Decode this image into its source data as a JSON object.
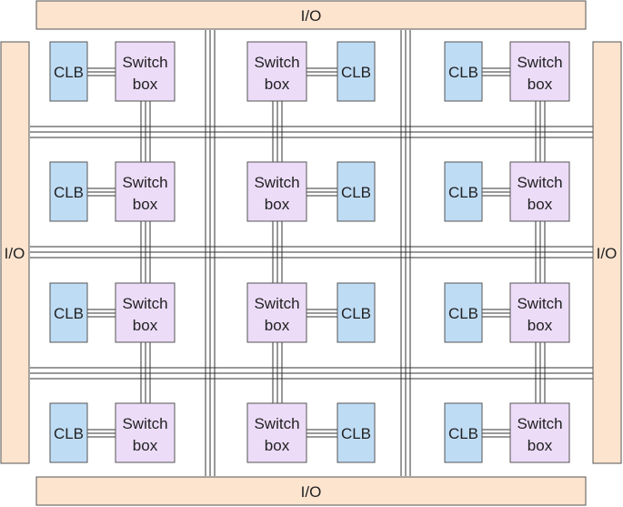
{
  "io": {
    "top": "I/O",
    "bottom": "I/O",
    "left": "I/O",
    "right": "I/O"
  },
  "clb_label": "CLB",
  "switch_box_label": {
    "line1": "Switch",
    "line2": "box"
  },
  "colors": {
    "io_fill": "#fce4cf",
    "clb_fill": "#bfdcf5",
    "switch_fill": "#ecdcf8",
    "stroke": "#555555"
  }
}
